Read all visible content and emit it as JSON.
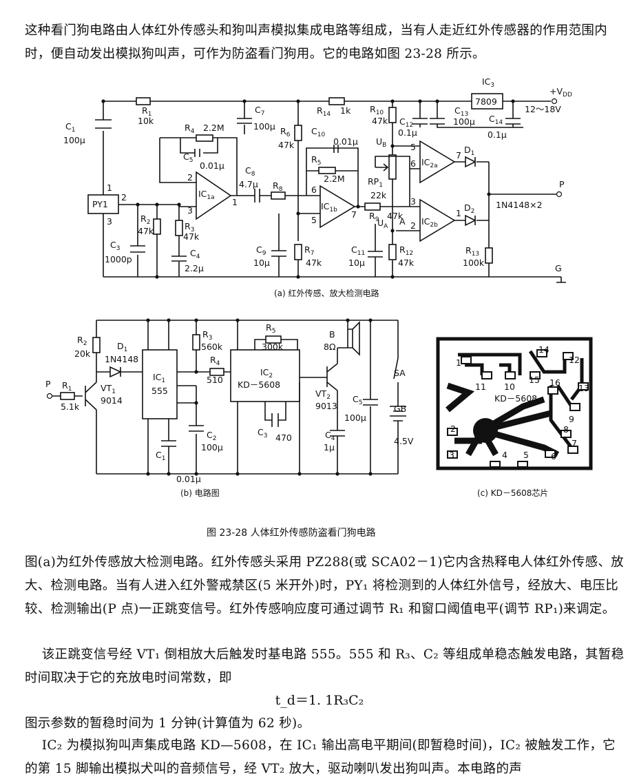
{
  "intro": "这种看门狗电路由人体红外传感头和狗叫声模拟集成电路等组成，当有人走近红外传感器的作用范围内时，便自动发出模拟狗叫声，可作为防盗看门狗用。它的电路如图 23-28 所示。",
  "figure": {
    "caption": "图 23-28   人体红外传感防盗看门狗电路",
    "sub_a": "(a) 红外传感、放大检测电路",
    "sub_b": "(b) 电路图",
    "sub_c": "(c) KD－5608芯片",
    "a_labels": {
      "vdd": "+V",
      "vdd_sub": "DD",
      "supply": "12～18V",
      "ic3": "IC",
      "ic3_sub": "3",
      "reg": "7809",
      "c1": "C",
      "c1_sub": "1",
      "c1_val": "100μ",
      "r1": "R",
      "r1_sub": "1",
      "r1_val": "10k",
      "r4": "R",
      "r4_sub": "4",
      "r4_val": "2.2M",
      "c5": "C",
      "c5_sub": "5",
      "c5_val": "0.01μ",
      "c7": "C",
      "c7_sub": "7",
      "c7_val": "100μ",
      "c8": "C",
      "c8_sub": "8",
      "c8_val": "4.7μ",
      "r8": "R",
      "r8_sub": "8",
      "r6": "R",
      "r6_sub": "6",
      "r6_val": "47k",
      "c10": "C",
      "c10_sub": "10",
      "c10_val": "0.01μ",
      "r5": "R",
      "r5_sub": "5",
      "r5_val": "2.2M",
      "r14": "R",
      "r14_sub": "14",
      "r14_val": "1k",
      "r10": "R",
      "r10_sub": "10",
      "r10_val": "47k",
      "c12": "C",
      "c12_sub": "12",
      "c12_val": "0.1μ",
      "c13": "C",
      "c13_sub": "13",
      "c13_val": "100μ",
      "c14": "C",
      "c14_sub": "14",
      "c14_val": "0.1μ",
      "ub": "U",
      "ub_sub": "B",
      "ua": "U",
      "ua_sub": "A",
      "rp1": "RP",
      "rp1_sub": "1",
      "rp1_val": "22k",
      "r9": "R",
      "r9_sub": "9",
      "r9_val": "47k",
      "py1": "PY1",
      "r2": "R",
      "r2_sub": "2",
      "r2_val": "47k",
      "r3": "R",
      "r3_sub": "3",
      "r3_val": "47k",
      "c3": "C",
      "c3_sub": "3",
      "c3_val": "1000p",
      "c4": "C",
      "c4_sub": "4",
      "c4_val": "2.2μ",
      "c9": "C",
      "c9_sub": "9",
      "c9_val": "10μ",
      "r7": "R",
      "r7_sub": "7",
      "r7_val": "47k",
      "c11": "C",
      "c11_sub": "11",
      "c11_val": "10μ",
      "r12": "R",
      "r12_sub": "12",
      "r12_val": "47k",
      "r13": "R",
      "r13_sub": "13",
      "r13_val": "100k",
      "ic1a": "IC",
      "ic1a_sub": "1a",
      "ic1b": "IC",
      "ic1b_sub": "1b",
      "ic2a": "IC",
      "ic2a_sub": "2a",
      "ic2b": "IC",
      "ic2b_sub": "2b",
      "d1": "D",
      "d1_sub": "1",
      "d2": "D",
      "d2_sub": "2",
      "diodes": "1N4148×2",
      "p": "P",
      "g": "G",
      "a": "A",
      "pins": [
        "1",
        "2",
        "3",
        "2",
        "3",
        "1",
        "6",
        "5",
        "7",
        "5",
        "6",
        "7",
        "3",
        "2",
        "1"
      ]
    },
    "b_labels": {
      "r2": "R",
      "r2_sub": "2",
      "r2_val": "20k",
      "d1": "D",
      "d1_sub": "1",
      "d1_val": "1N4148",
      "p": "P",
      "r1": "R",
      "r1_sub": "1",
      "r1_val": "5.1k",
      "vt1": "VT",
      "vt1_sub": "1",
      "vt1_val": "9014",
      "ic1": "IC",
      "ic1_sub": "1",
      "ic1_val": "555",
      "r3": "R",
      "r3_sub": "3",
      "r3_val": "560k",
      "r4": "R",
      "r4_sub": "4",
      "r4_val": "510",
      "r5": "R",
      "r5_sub": "5",
      "r5_val": "300k",
      "ic2": "IC",
      "ic2_sub": "2",
      "ic2_val": "KD－5608",
      "b": "B",
      "b_val": "8Ω",
      "vt2": "VT",
      "vt2_sub": "2",
      "vt2_val": "9013",
      "c5": "C",
      "c5_sub": "5",
      "c5_val": "100μ",
      "sa": "SA",
      "gb": "GB",
      "gb_val": "4.5V",
      "c1": "C",
      "c1_sub": "1",
      "c1_val": "0.01μ",
      "c2": "C",
      "c2_sub": "2",
      "c2_val": "100μ",
      "c3": "C",
      "c3_sub": "3",
      "c3_val": "470",
      "c4": "C",
      "c4_sub": "4",
      "c4_val": "1μ"
    },
    "c_labels": {
      "chip": "KD－5608",
      "pins": [
        "1",
        "2",
        "3",
        "4",
        "5",
        "6",
        "7",
        "8",
        "9",
        "10",
        "11",
        "12",
        "13",
        "14",
        "15",
        "16"
      ]
    }
  },
  "body": {
    "p1": "图(a)为红外传感放大检测电路。红外传感头采用 PZ288(或 SCA02－1)它内含热释电人体红外传感、放大、检测电路。当有人进入红外警戒禁区(5 米开外)时，PY₁ 将检测到的人体红外信号，经放大、电压比较、检测输出(P 点)一正跳变信号。红外传感响应度可通过调节 R₁ 和窗口阈值电平(调节 RP₁)来调定。",
    "p2": "    该正跳变信号经 VT₁ 倒相放大后触发时基电路 555。555 和 R₃、C₂ 等组成单稳态触发电路，其暂稳时间取决于它的充放电时间常数，即",
    "formula": "t_d＝1. 1R₃C₂",
    "p3": "图示参数的暂稳时间为 1 分钟(计算值为 62 秒)。",
    "p4": "    IC₂ 为模拟狗叫声集成电路 KD—5608，在 IC₁ 输出高电平期间(即暂稳时间)，IC₂ 被触发工作，它的第 15 脚输出模拟犬叫的音频信号，经 VT₂ 放大，驱动喇叭发出狗叫声。本电路的声"
  }
}
